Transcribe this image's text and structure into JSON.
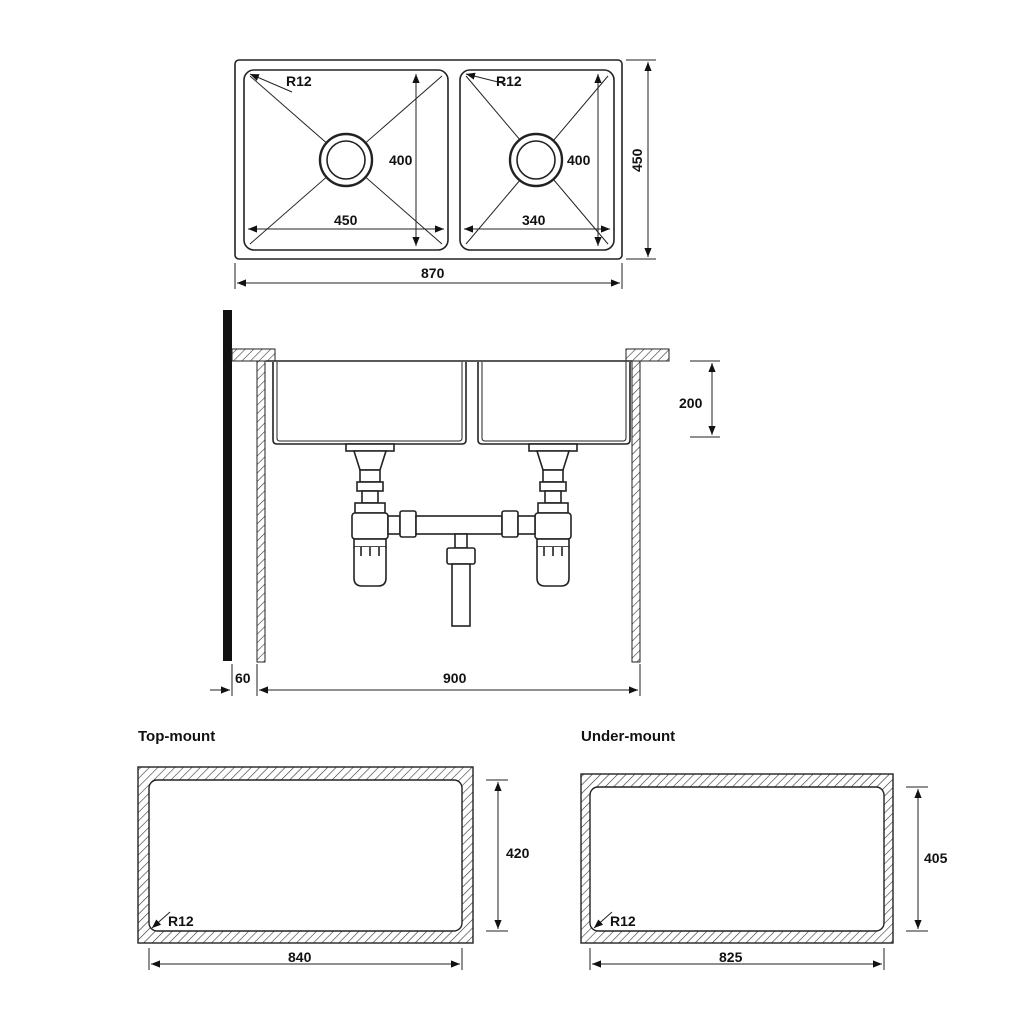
{
  "plan_view": {
    "left_bowl": {
      "radius": "R12",
      "depth_dim": "400",
      "width_dim": "450"
    },
    "right_bowl": {
      "radius": "R12",
      "depth_dim": "400",
      "width_dim": "340"
    },
    "overall_depth": "450",
    "overall_width": "870"
  },
  "section_view": {
    "bowl_depth": "200",
    "wall_gap": "60",
    "cabinet_width": "900"
  },
  "top_mount": {
    "title": "Top-mount",
    "radius": "R12",
    "height_dim": "420",
    "width_dim": "840"
  },
  "under_mount": {
    "title": "Under-mount",
    "radius": "R12",
    "height_dim": "405",
    "width_dim": "825"
  },
  "colors": {
    "ink": "#222222",
    "background": "#ffffff"
  }
}
